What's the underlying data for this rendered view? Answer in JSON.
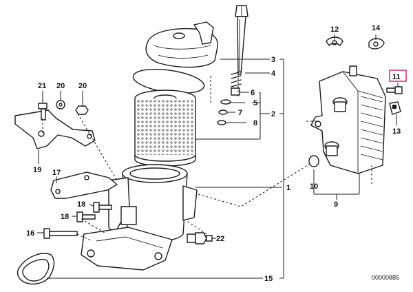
{
  "labels": {
    "l1": "1",
    "l2": "2",
    "l3": "3",
    "l4": "4",
    "l5": "5",
    "l6": "6",
    "l7": "7",
    "l8": "8",
    "l9": "9",
    "l10": "10",
    "l11": "11",
    "l12": "12",
    "l13": "13",
    "l14": "14",
    "l15": "15",
    "l16": "16",
    "l17": "17",
    "l18a": "18",
    "l18b": "18",
    "l19": "19",
    "l20a": "20",
    "l20b": "20",
    "l21": "21",
    "l22": "22"
  },
  "highlighted_part": "11",
  "highlight_color": "#d6246e",
  "diagram_code": "00000885"
}
